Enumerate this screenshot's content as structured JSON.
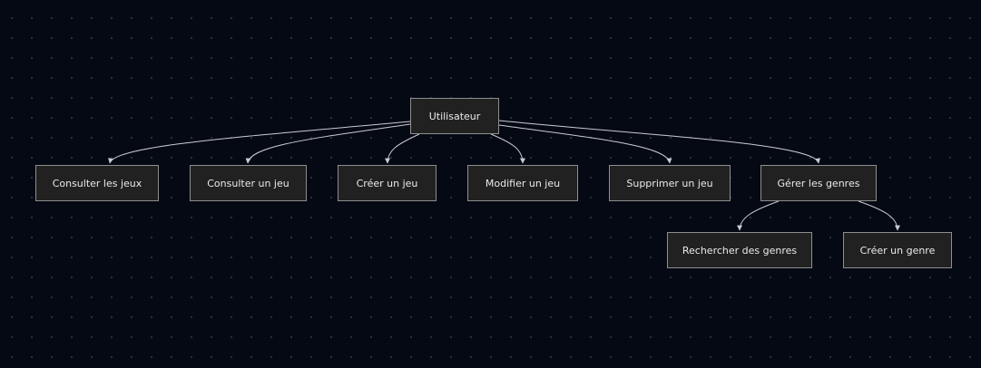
{
  "diagram": {
    "root": {
      "label": "Utilisateur"
    },
    "actions": [
      {
        "label": "Consulter les jeux"
      },
      {
        "label": "Consulter un jeu"
      },
      {
        "label": "Créer un jeu"
      },
      {
        "label": "Modifier un jeu"
      },
      {
        "label": "Supprimer un jeu"
      },
      {
        "label": "Gérer les genres"
      }
    ],
    "genre_actions": [
      {
        "label": "Rechercher des genres"
      },
      {
        "label": "Créer un genre"
      }
    ],
    "edges": [
      {
        "from": "Utilisateur",
        "to": "Consulter les jeux"
      },
      {
        "from": "Utilisateur",
        "to": "Consulter un jeu"
      },
      {
        "from": "Utilisateur",
        "to": "Créer un jeu"
      },
      {
        "from": "Utilisateur",
        "to": "Modifier un jeu"
      },
      {
        "from": "Utilisateur",
        "to": "Supprimer un jeu"
      },
      {
        "from": "Utilisateur",
        "to": "Gérer les genres"
      },
      {
        "from": "Gérer les genres",
        "to": "Rechercher des genres"
      },
      {
        "from": "Gérer les genres",
        "to": "Créer un genre"
      }
    ],
    "colors": {
      "background": "#050914",
      "node_fill": "#212121",
      "node_border": "#8e8e8e",
      "text": "#eaeaea",
      "edge": "#c9ccd3"
    }
  }
}
